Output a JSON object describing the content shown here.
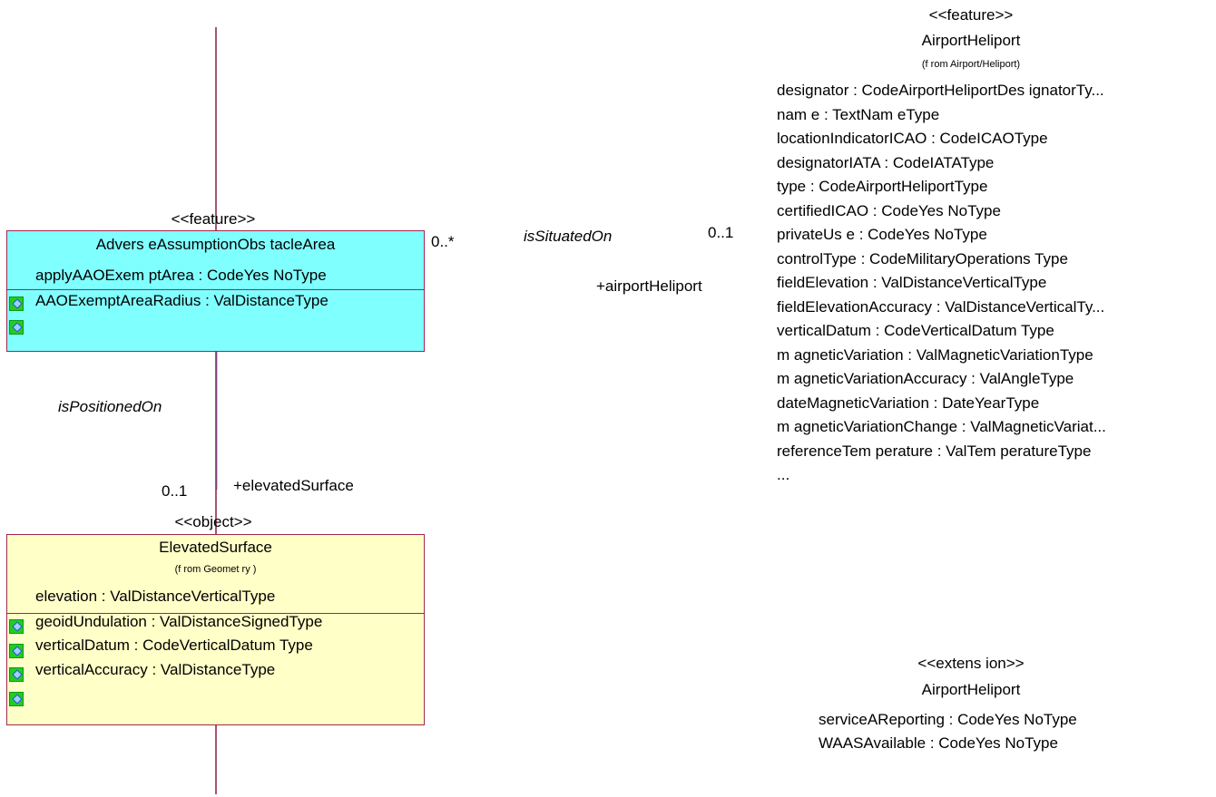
{
  "airport_feature": {
    "stereotype": "<<feature>>",
    "name": "AirportHeliport",
    "from": "(f rom Airport/Heliport)",
    "attributes": [
      "designator : CodeAirportHeliportDes ignatorTy...",
      "nam e : TextNam eType",
      "locationIndicatorICAO : CodeICAOType",
      "designatorIATA : CodeIATAType",
      "type : CodeAirportHeliportType",
      "certifiedICAO : CodeYes NoType",
      "privateUs e : CodeYes NoType",
      "controlType : CodeMilitaryOperations Type",
      "fieldElevation : ValDistanceVerticalType",
      "fieldElevationAccuracy : ValDistanceVerticalTy...",
      "verticalDatum : CodeVerticalDatum Type",
      "m agneticVariation : ValMagneticVariationType",
      "m agneticVariationAccuracy : ValAngleType",
      "dateMagneticVariation : DateYearType",
      "m agneticVariationChange : ValMagneticVariat...",
      "referenceTem perature : ValTem peratureType",
      "..."
    ]
  },
  "adverse_area": {
    "stereotype": "<<feature>>",
    "name": "Advers eAssumptionObs tacleArea",
    "attributes": [
      "applyAAOExem ptArea : CodeYes NoType",
      "AAOExemptAreaRadius : ValDistanceType"
    ]
  },
  "elevated_surface": {
    "stereotype": "<<object>>",
    "name": "ElevatedSurface",
    "from": "(f rom Geomet ry )",
    "attributes": [
      "elevation : ValDistanceVerticalType",
      "geoidUndulation : ValDistanceSignedType",
      "verticalDatum : CodeVerticalDatum Type",
      "verticalAccuracy : ValDistanceType"
    ]
  },
  "airport_extension": {
    "stereotype": "<<extens ion>>",
    "name": "AirportHeliport",
    "attributes": [
      "serviceAReporting : CodeYes NoType",
      "WAASAvailable : CodeYes NoType"
    ]
  },
  "assoc_situated": {
    "role_name": "isSituatedOn",
    "source_mult": "0..*",
    "target_mult": "0..1",
    "target_role": "+airportHeliport"
  },
  "assoc_positioned": {
    "role_name": "isPositionedOn",
    "target_mult": "0..1",
    "target_role": "+elevatedSurface"
  },
  "colors": {
    "feature_fill": "#80ffff",
    "object_fill": "#ffffc8",
    "border": "#a0284a",
    "attribute_icon": "#22cc22"
  },
  "icons": [
    "attribute-icon"
  ]
}
